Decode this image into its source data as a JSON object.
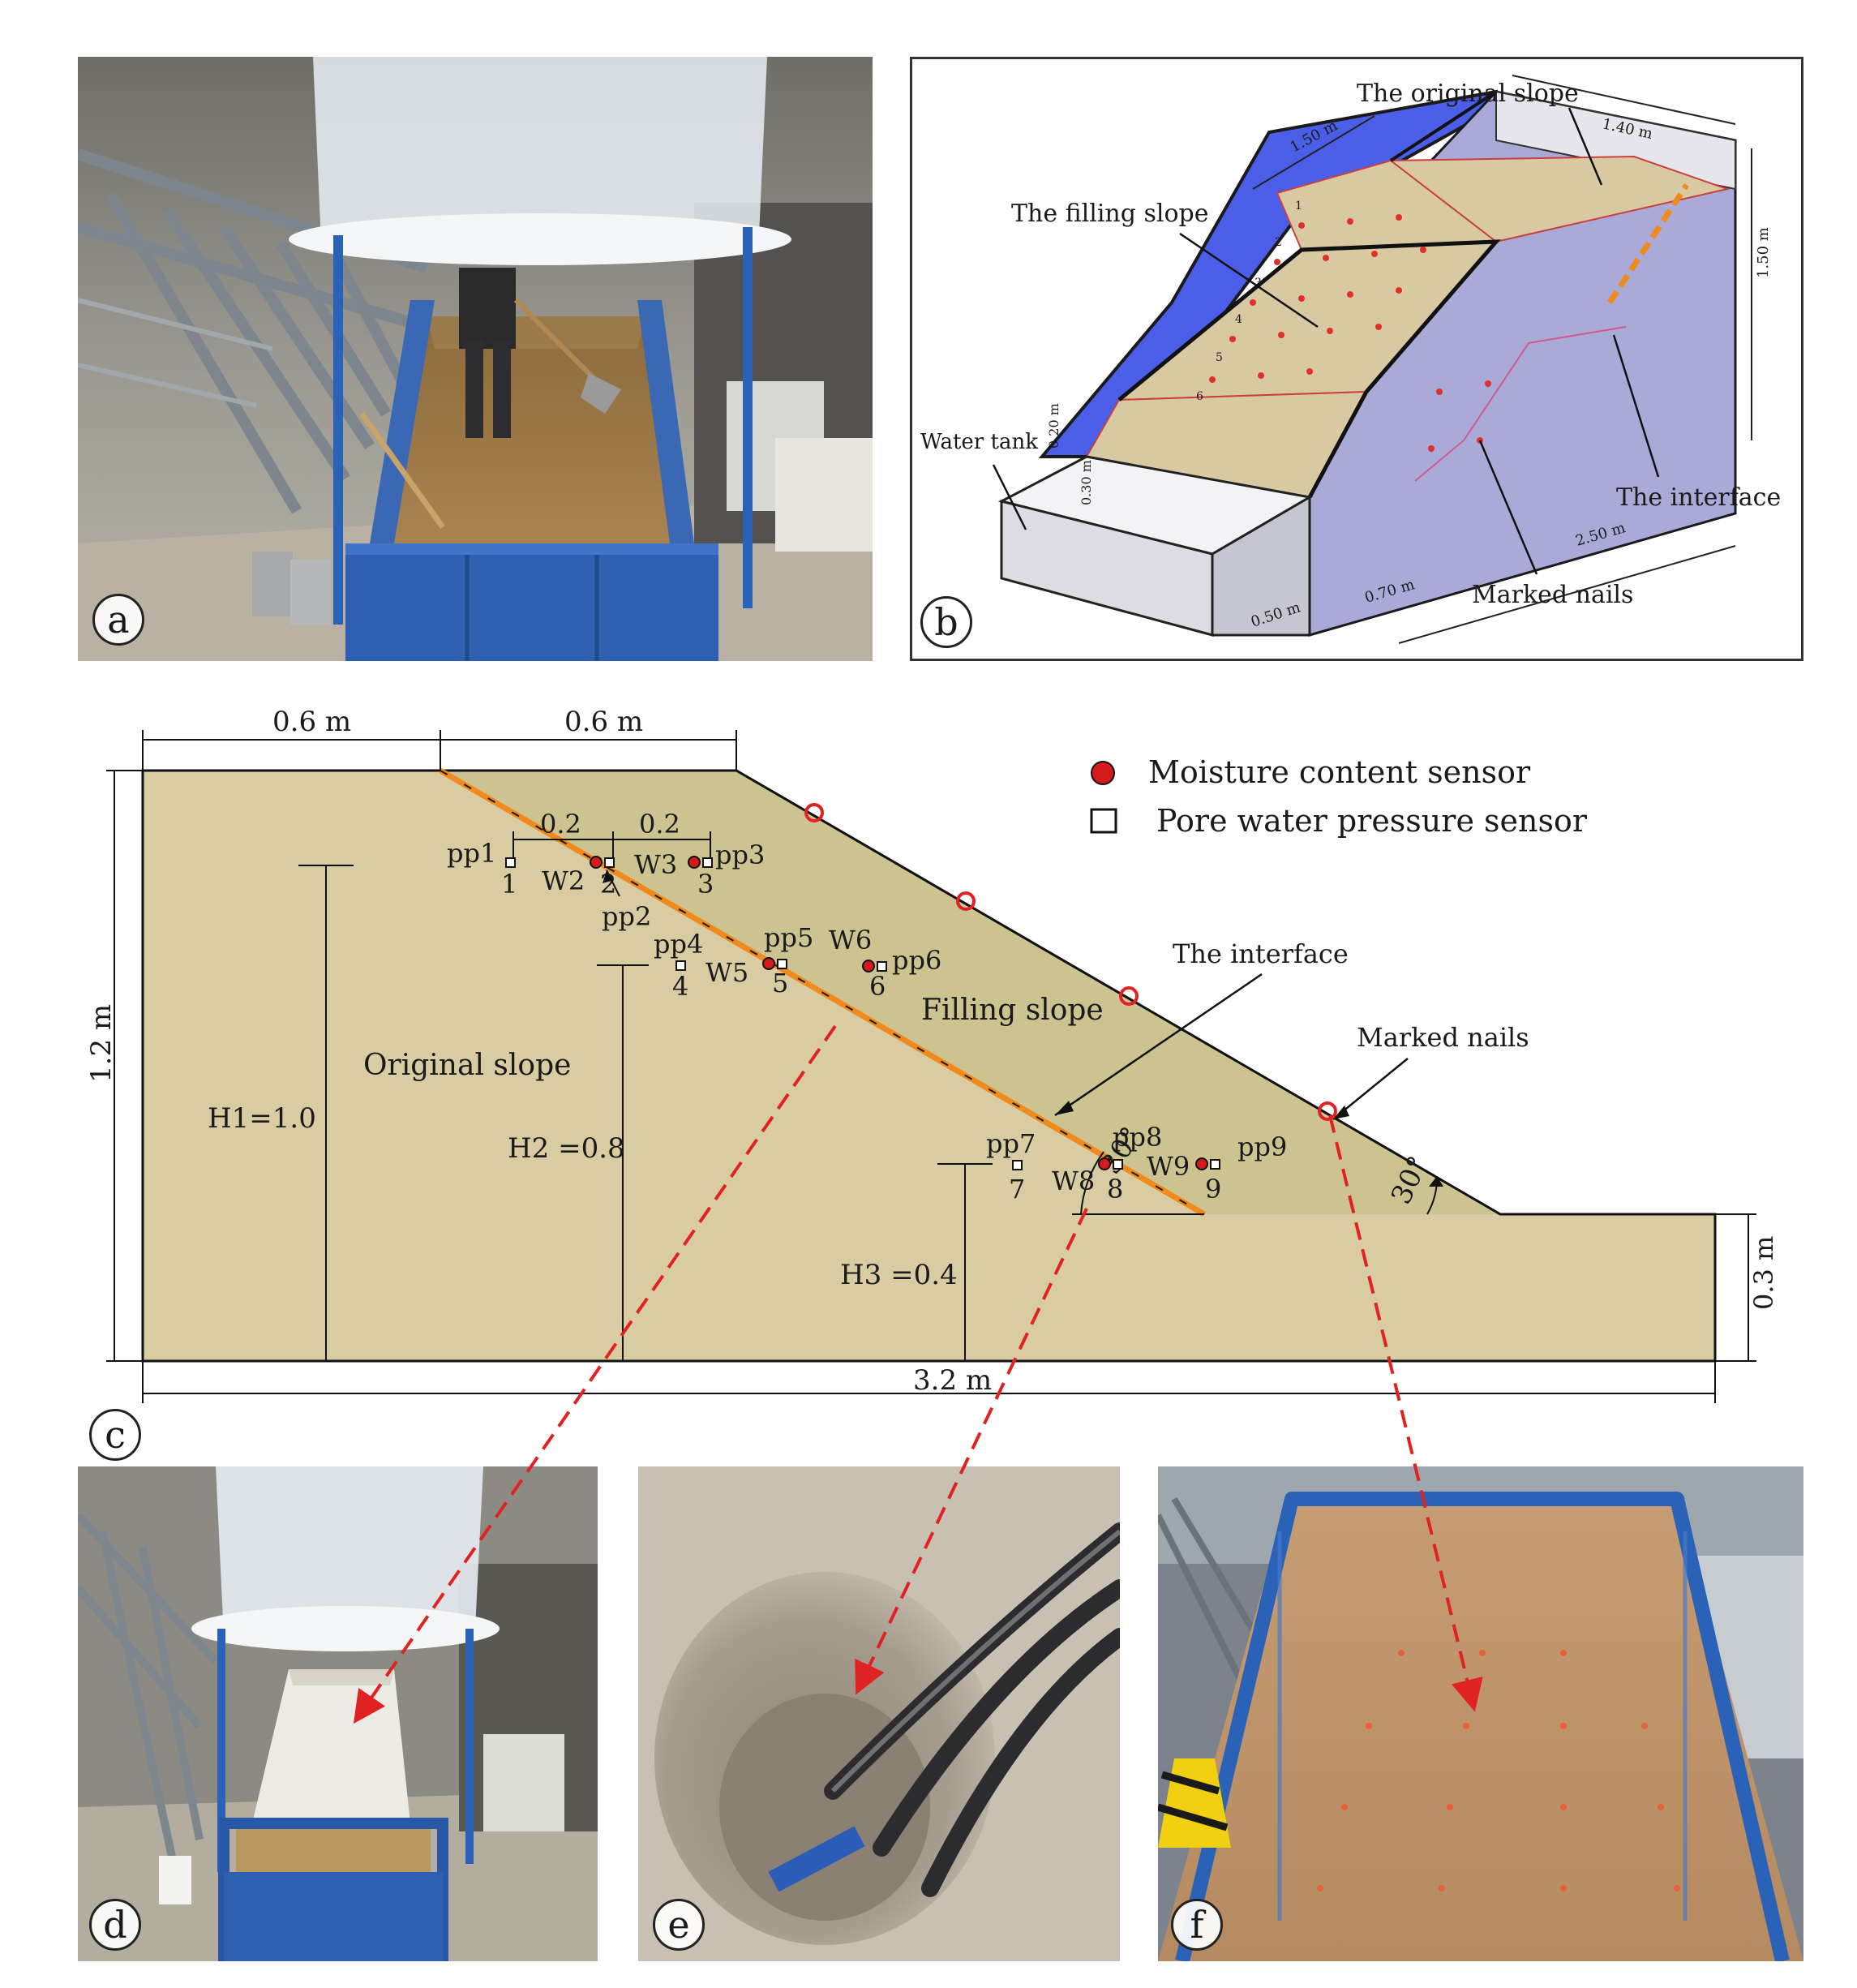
{
  "panels": {
    "a": {
      "badge": "a"
    },
    "b": {
      "badge": "b",
      "labels": {
        "original_slope": "The original slope",
        "filling_slope": "The filling slope",
        "water_tank": "Water tank",
        "interface": "The interface",
        "marked_nails": "Marked nails"
      },
      "dimensions": {
        "top_width": "1.40 m",
        "top_depth": "1.50 m",
        "height": "1.50 m",
        "length": "2.50 m",
        "mid": "0.70 m",
        "front": "0.50 m",
        "tank_height": "0.30 m",
        "tank_rim": "0.20 m"
      },
      "row_numbers": [
        "1",
        "2",
        "3",
        "4",
        "5",
        "6"
      ]
    },
    "c": {
      "badge": "c",
      "dimensions": {
        "top_left_width": "0.6 m",
        "top_slope_width": "0.6 m",
        "left_height": "1.2 m",
        "right_height": "0.3 m",
        "total_width": "3.2 m",
        "spacing_1": "0.2",
        "spacing_2": "0.2",
        "h1": "H1=1.0",
        "h2": "H2 =0.8",
        "h3": "H3 =0.4",
        "angle_top": "30°",
        "angle_bottom": "30°"
      },
      "region_labels": {
        "original": "Original slope",
        "filling": "Filling slope"
      },
      "callouts": {
        "interface": "The interface",
        "nails": "Marked nails"
      },
      "legend": {
        "moisture": "Moisture content sensor",
        "pore": "Pore water pressure sensor"
      },
      "sensors": [
        {
          "num": "1",
          "w": "",
          "pp": "pp1"
        },
        {
          "num": "2",
          "w": "W2",
          "pp": "pp2"
        },
        {
          "num": "3",
          "w": "W3",
          "pp": "pp3"
        },
        {
          "num": "4",
          "w": "",
          "pp": "pp4"
        },
        {
          "num": "5",
          "w": "W5",
          "pp": "pp5"
        },
        {
          "num": "6",
          "w": "W6",
          "pp": "pp6"
        },
        {
          "num": "7",
          "w": "",
          "pp": "pp7"
        },
        {
          "num": "8",
          "w": "W8",
          "pp": "pp8"
        },
        {
          "num": "9",
          "w": "W9",
          "pp": "pp9"
        }
      ]
    },
    "d": {
      "badge": "d"
    },
    "e": {
      "badge": "e"
    },
    "f": {
      "badge": "f"
    }
  },
  "colors": {
    "soil": "#d7caa0",
    "soil_fill": "#cdc190",
    "interface": "#f08a1c",
    "sensor_red": "#d41a1a",
    "arrow_red": "#e02222",
    "frame_blue": "#2a62b8",
    "wall_blue": "#4a5ee8",
    "wall_lavender": "#9e9fd6"
  }
}
